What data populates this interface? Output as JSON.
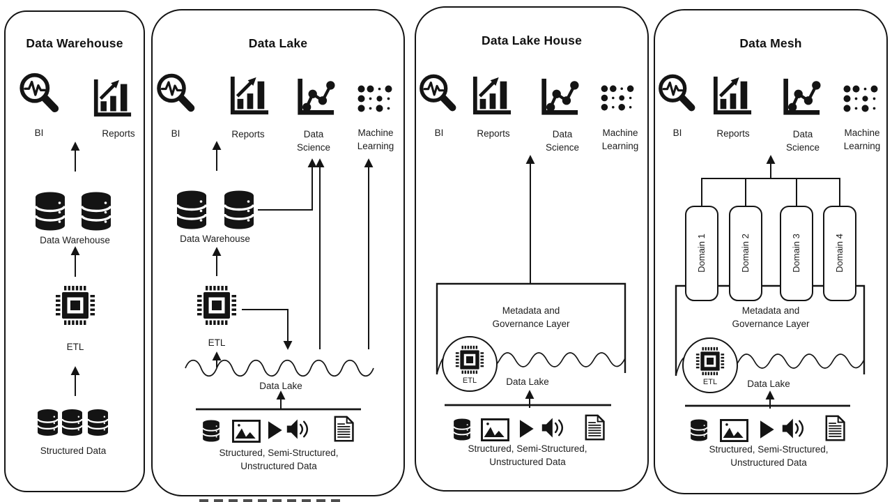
{
  "diagram": {
    "colors": {
      "ink": "#141414",
      "paper": "#ffffff"
    },
    "icon_names": [
      "bi-icon",
      "reports-icon",
      "data-science-icon",
      "machine-learning-icon",
      "database-icon",
      "image-icon",
      "video-play-icon",
      "audio-icon",
      "document-icon",
      "etl-chip-icon",
      "database-stack-icon"
    ],
    "panels": [
      {
        "title": "Data Warehouse",
        "outputs": [
          {
            "label": "BI"
          },
          {
            "label": "Reports"
          }
        ],
        "storage_label": "Data Warehouse",
        "etl_label": "ETL",
        "sources_label": "Structured Data"
      },
      {
        "title": "Data Lake",
        "outputs": [
          {
            "label": "BI"
          },
          {
            "label": "Reports"
          },
          {
            "label": "Data Science"
          },
          {
            "label": "Machine Learning"
          }
        ],
        "storage_label": "Data Warehouse",
        "etl_label": "ETL",
        "lake_label": "Data Lake",
        "sources_label": "Structured, Semi-Structured, Unstructured Data"
      },
      {
        "title": "Data Lake House",
        "outputs": [
          {
            "label": "BI"
          },
          {
            "label": "Reports"
          },
          {
            "label": "Data Science"
          },
          {
            "label": "Machine Learning"
          }
        ],
        "governance_label": "Metadata and Governance Layer",
        "etl_label": "ETL",
        "lake_label": "Data Lake",
        "sources_label": "Structured, Semi-Structured, Unstructured Data"
      },
      {
        "title": "Data Mesh",
        "outputs": [
          {
            "label": "BI"
          },
          {
            "label": "Reports"
          },
          {
            "label": "Data Science"
          },
          {
            "label": "Machine Learning"
          }
        ],
        "domains": [
          {
            "label": "Domain 1"
          },
          {
            "label": "Domain 2"
          },
          {
            "label": "Domain 3"
          },
          {
            "label": "Domain 4"
          }
        ],
        "governance_label": "Metadata and Governance Layer",
        "etl_label": "ETL",
        "lake_label": "Data Lake",
        "sources_label": "Structured, Semi-Structured, Unstructured Data"
      }
    ]
  }
}
